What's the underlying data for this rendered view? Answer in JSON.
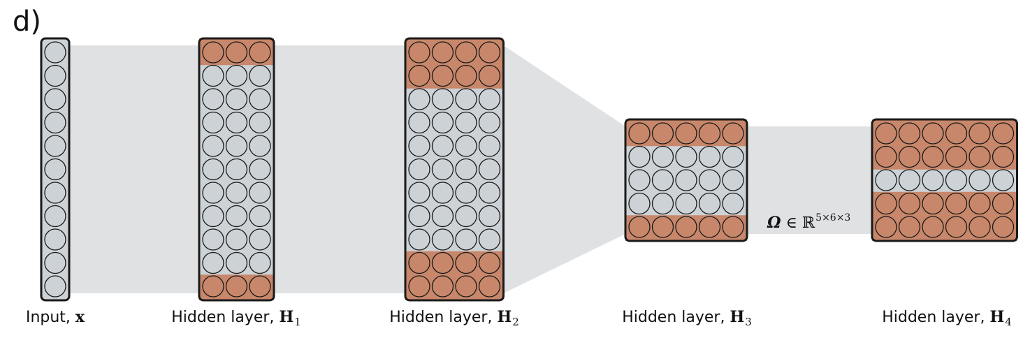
{
  "panel_label": "d)",
  "colors": {
    "background": "#ffffff",
    "funnel": "#dfe1e3",
    "active": "#c8876a",
    "inactive": "#cdd2d6",
    "outline": "#1a1a1a"
  },
  "layers": [
    {
      "caption": "Input, ",
      "symbol": "x",
      "subscript": "",
      "columns": 1,
      "rows": 11,
      "active_rows": []
    },
    {
      "caption": "Hidden layer, ",
      "symbol": "H",
      "subscript": "1",
      "columns": 3,
      "rows": 11,
      "active_rows": [
        0,
        10
      ]
    },
    {
      "caption": "Hidden layer, ",
      "symbol": "H",
      "subscript": "2",
      "columns": 4,
      "rows": 11,
      "active_rows": [
        0,
        1,
        9,
        10
      ]
    },
    {
      "caption": "Hidden layer, ",
      "symbol": "H",
      "subscript": "3",
      "columns": 5,
      "rows": 5,
      "active_rows": [
        0,
        4
      ]
    },
    {
      "caption": "Hidden layer, ",
      "symbol": "H",
      "subscript": "4",
      "columns": 6,
      "rows": 5,
      "active_rows": [
        0,
        1,
        3,
        4
      ]
    }
  ],
  "weight_annotation": {
    "symbol": "Ω",
    "relation": " ∈ ℝ",
    "superscript": "5×6×3"
  }
}
